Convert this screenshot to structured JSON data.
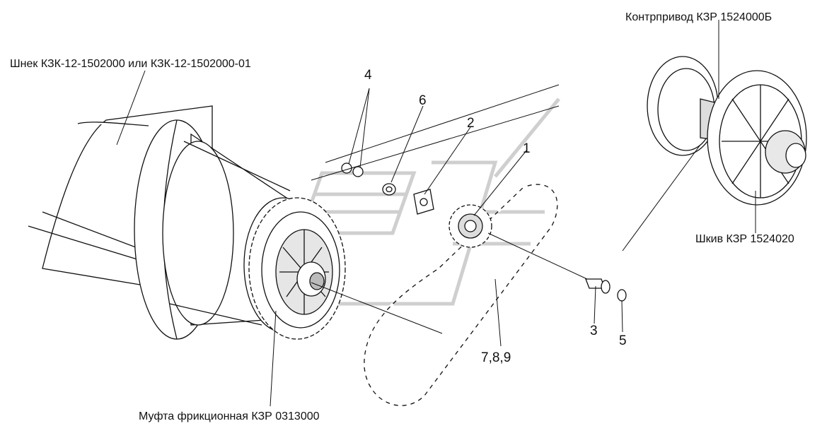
{
  "labels": {
    "auger": "Шнек КЗК-12-1502000 или КЗК-12-1502000-01",
    "countershaft": "Контрпривод КЗР 1524000Б",
    "pulley": "Шкив КЗР 1524020",
    "clutch": "Муфта фрикционная КЗР 0313000"
  },
  "callouts": [
    "1",
    "2",
    "3",
    "4",
    "5",
    "6",
    "7,8,9"
  ],
  "colors": {
    "line": "#111111",
    "fill": "#ffffff",
    "shade": "#d9d9d9",
    "watermark": "#cfcfcf"
  }
}
